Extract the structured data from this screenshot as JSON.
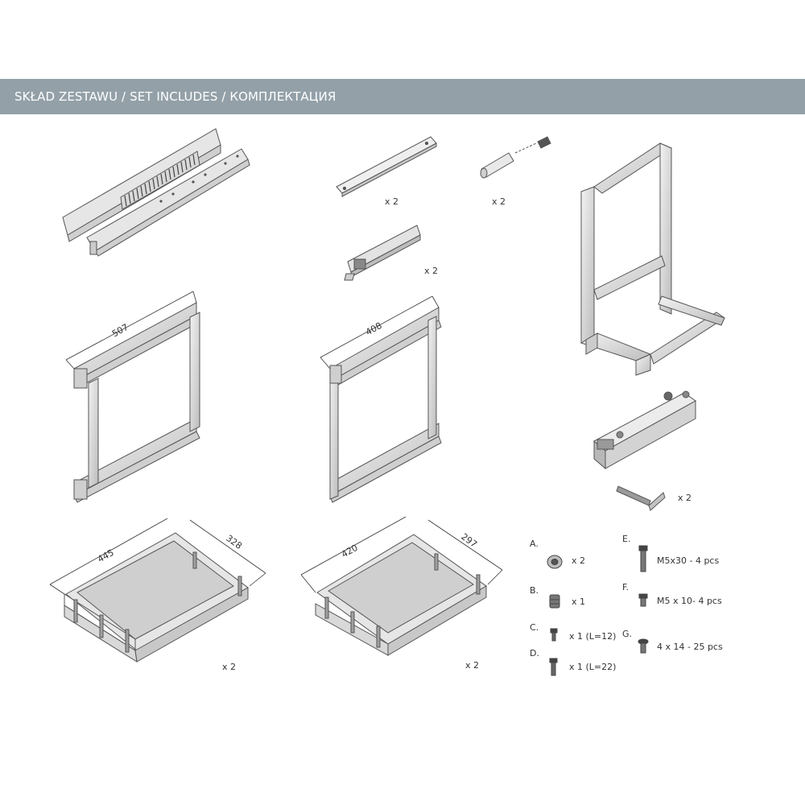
{
  "header": {
    "title": "SKŁAD ZESTAWU / SET INCLUDES / КОМПЛЕКТАЦИЯ"
  },
  "parts": {
    "flat_bracket_qty": "x 2",
    "bolt_pin_qty": "x 2",
    "damper_qty": "x 2",
    "angle_bracket_qty": "x 2",
    "basket_large_qty": "x 2",
    "basket_small_qty": "x 2"
  },
  "dimensions": {
    "frame_large_width": "507",
    "frame_small_width": "408",
    "basket_large_width": "445",
    "basket_large_depth": "328",
    "basket_small_width": "420",
    "basket_small_depth": "297"
  },
  "hardware": [
    {
      "letter": "A.",
      "qty": "x 2"
    },
    {
      "letter": "B.",
      "qty": "x 1"
    },
    {
      "letter": "C.",
      "qty": "x 1 (L=12)"
    },
    {
      "letter": "D.",
      "qty": "x 1 (L=22)"
    },
    {
      "letter": "E.",
      "qty": "M5x30 - 4 pcs"
    },
    {
      "letter": "F.",
      "qty": "M5 x 10- 4 pcs"
    },
    {
      "letter": "G.",
      "qty": "4 x 14 - 25 pcs"
    }
  ]
}
